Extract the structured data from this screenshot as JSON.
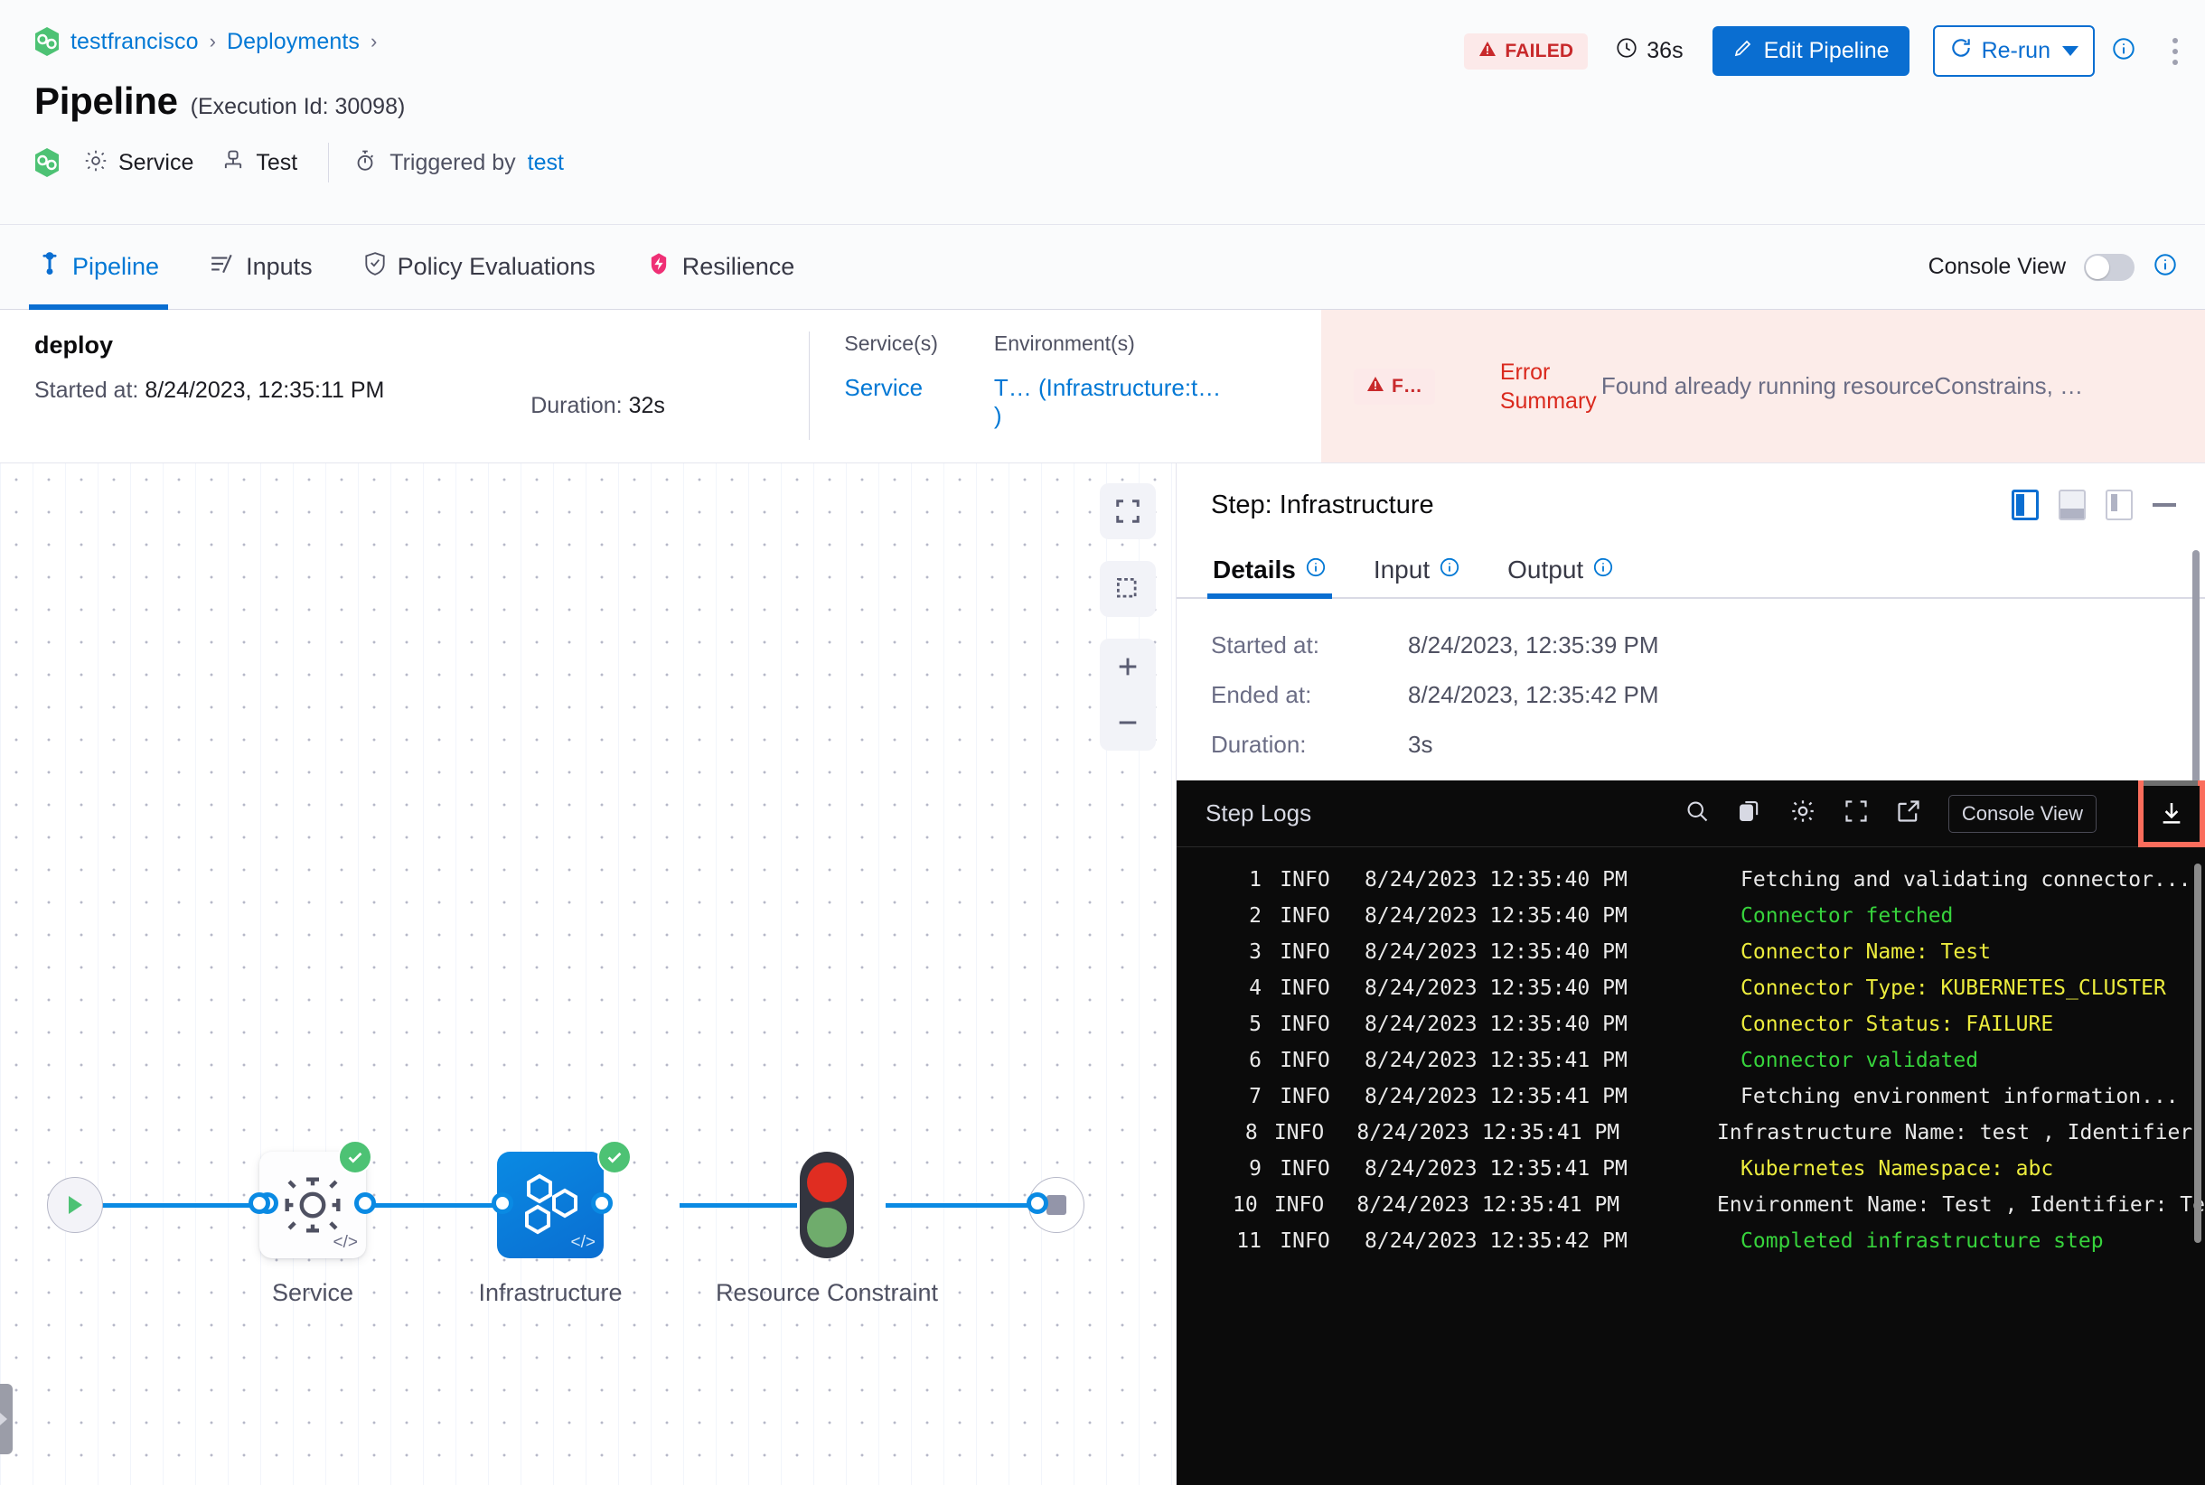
{
  "header": {
    "breadcrumb": {
      "org": "testfrancisco",
      "section": "Deployments",
      "sep": "›"
    },
    "title": "Pipeline",
    "execution_id_text": "(Execution Id: 30098)",
    "meta": {
      "service_label": "Service",
      "test_label": "Test",
      "triggered_by_label": "Triggered by",
      "triggered_by_user": "test"
    },
    "status_badge": "FAILED",
    "duration": "36s",
    "edit_pipeline_label": "Edit Pipeline",
    "rerun_label": "Re-run",
    "colors": {
      "accent": "#0a6ed1",
      "link": "#0278d5",
      "danger": "#c8292b",
      "success": "#4dc274"
    }
  },
  "tabs": [
    {
      "label": "Pipeline",
      "icon": "pipeline-icon",
      "active": true
    },
    {
      "label": "Inputs",
      "icon": "inputs-icon",
      "active": false
    },
    {
      "label": "Policy Evaluations",
      "icon": "shield-check-icon",
      "active": false
    },
    {
      "label": "Resilience",
      "icon": "resilience-icon",
      "active": false
    }
  ],
  "console_view": {
    "label": "Console View",
    "enabled": false
  },
  "stage": {
    "name": "deploy",
    "started_label": "Started at:",
    "started_value": "8/24/2023, 12:35:11 PM",
    "duration_label": "Duration:",
    "duration_value": "32s",
    "services_label": "Service(s)",
    "services_value": "Service",
    "environments_label": "Environment(s)",
    "environments_value": "T… (Infrastructure:t… )",
    "error_chip": "F…",
    "error_summary_label": "Error Summary",
    "error_summary_text": "Found already running resourceConstrains, …"
  },
  "graph": {
    "nodes": [
      {
        "name": "start-node",
        "label": "",
        "icon": "play-icon"
      },
      {
        "name": "service-node",
        "label": "Service",
        "icon": "gear-icon",
        "status": "success"
      },
      {
        "name": "infrastructure-node",
        "label": "Infrastructure",
        "icon": "hexagons-icon",
        "status": "success",
        "selected": true
      },
      {
        "name": "resource-constraint-node",
        "label": "Resource Constraint",
        "icon": "traffic-light-icon"
      },
      {
        "name": "end-node",
        "label": "",
        "icon": "stop-icon"
      }
    ],
    "tools": [
      {
        "name": "fit-to-screen-button",
        "icon": "expand-icon"
      },
      {
        "name": "select-area-button",
        "icon": "marquee-icon"
      },
      {
        "name": "zoom-in-button",
        "icon": "plus-icon"
      },
      {
        "name": "zoom-out-button",
        "icon": "minus-icon"
      }
    ]
  },
  "step_panel": {
    "title": "Step: Infrastructure",
    "layout_buttons": [
      {
        "name": "dock-right-button",
        "active": true
      },
      {
        "name": "dock-bottom-button",
        "active": false
      },
      {
        "name": "dock-minimized-button",
        "active": false
      },
      {
        "name": "collapse-button",
        "active": false
      }
    ],
    "tabs": [
      {
        "label": "Details",
        "active": true
      },
      {
        "label": "Input",
        "active": false
      },
      {
        "label": "Output",
        "active": false
      }
    ],
    "details": [
      {
        "key": "Started at:",
        "value": "8/24/2023, 12:35:39 PM"
      },
      {
        "key": "Ended at:",
        "value": "8/24/2023, 12:35:42 PM"
      },
      {
        "key": "Duration:",
        "value": "3s"
      }
    ]
  },
  "logs": {
    "title": "Step Logs",
    "console_view_label": "Console View",
    "toolbar": [
      {
        "name": "search-logs-icon"
      },
      {
        "name": "copy-logs-icon"
      },
      {
        "name": "log-settings-icon"
      },
      {
        "name": "fullscreen-logs-icon"
      },
      {
        "name": "open-external-logs-icon"
      }
    ],
    "download_button": {
      "name": "download-logs-button",
      "highlighted": true,
      "highlight_color": "#fb6d5c"
    },
    "lines": [
      {
        "n": "1",
        "level": "INFO",
        "ts": "8/24/2023 12:35:40 PM",
        "msg": "Fetching and validating connector...",
        "color": "plain"
      },
      {
        "n": "2",
        "level": "INFO",
        "ts": "8/24/2023 12:35:40 PM",
        "msg": "Connector fetched",
        "color": "green"
      },
      {
        "n": "3",
        "level": "INFO",
        "ts": "8/24/2023 12:35:40 PM",
        "msg": "Connector Name: Test",
        "color": "yellow"
      },
      {
        "n": "4",
        "level": "INFO",
        "ts": "8/24/2023 12:35:40 PM",
        "msg": "Connector Type: KUBERNETES_CLUSTER",
        "color": "yellow"
      },
      {
        "n": "5",
        "level": "INFO",
        "ts": "8/24/2023 12:35:40 PM",
        "msg": "Connector Status: FAILURE",
        "color": "yellow"
      },
      {
        "n": "6",
        "level": "INFO",
        "ts": "8/24/2023 12:35:41 PM",
        "msg": "Connector validated",
        "color": "green"
      },
      {
        "n": "7",
        "level": "INFO",
        "ts": "8/24/2023 12:35:41 PM",
        "msg": "Fetching environment information...",
        "color": "plain"
      },
      {
        "n": "8",
        "level": "INFO",
        "ts": "8/24/2023 12:35:41 PM",
        "msg": "Infrastructure Name: test , Identifier:",
        "color": "plain"
      },
      {
        "n": "9",
        "level": "INFO",
        "ts": "8/24/2023 12:35:41 PM",
        "msg": "Kubernetes Namespace: abc",
        "color": "yellow"
      },
      {
        "n": "10",
        "level": "INFO",
        "ts": "8/24/2023 12:35:41 PM",
        "msg": "Environment Name: Test , Identifier: Te",
        "color": "plain"
      },
      {
        "n": "11",
        "level": "INFO",
        "ts": "8/24/2023 12:35:42 PM",
        "msg": "Completed infrastructure step",
        "color": "green"
      }
    ]
  }
}
